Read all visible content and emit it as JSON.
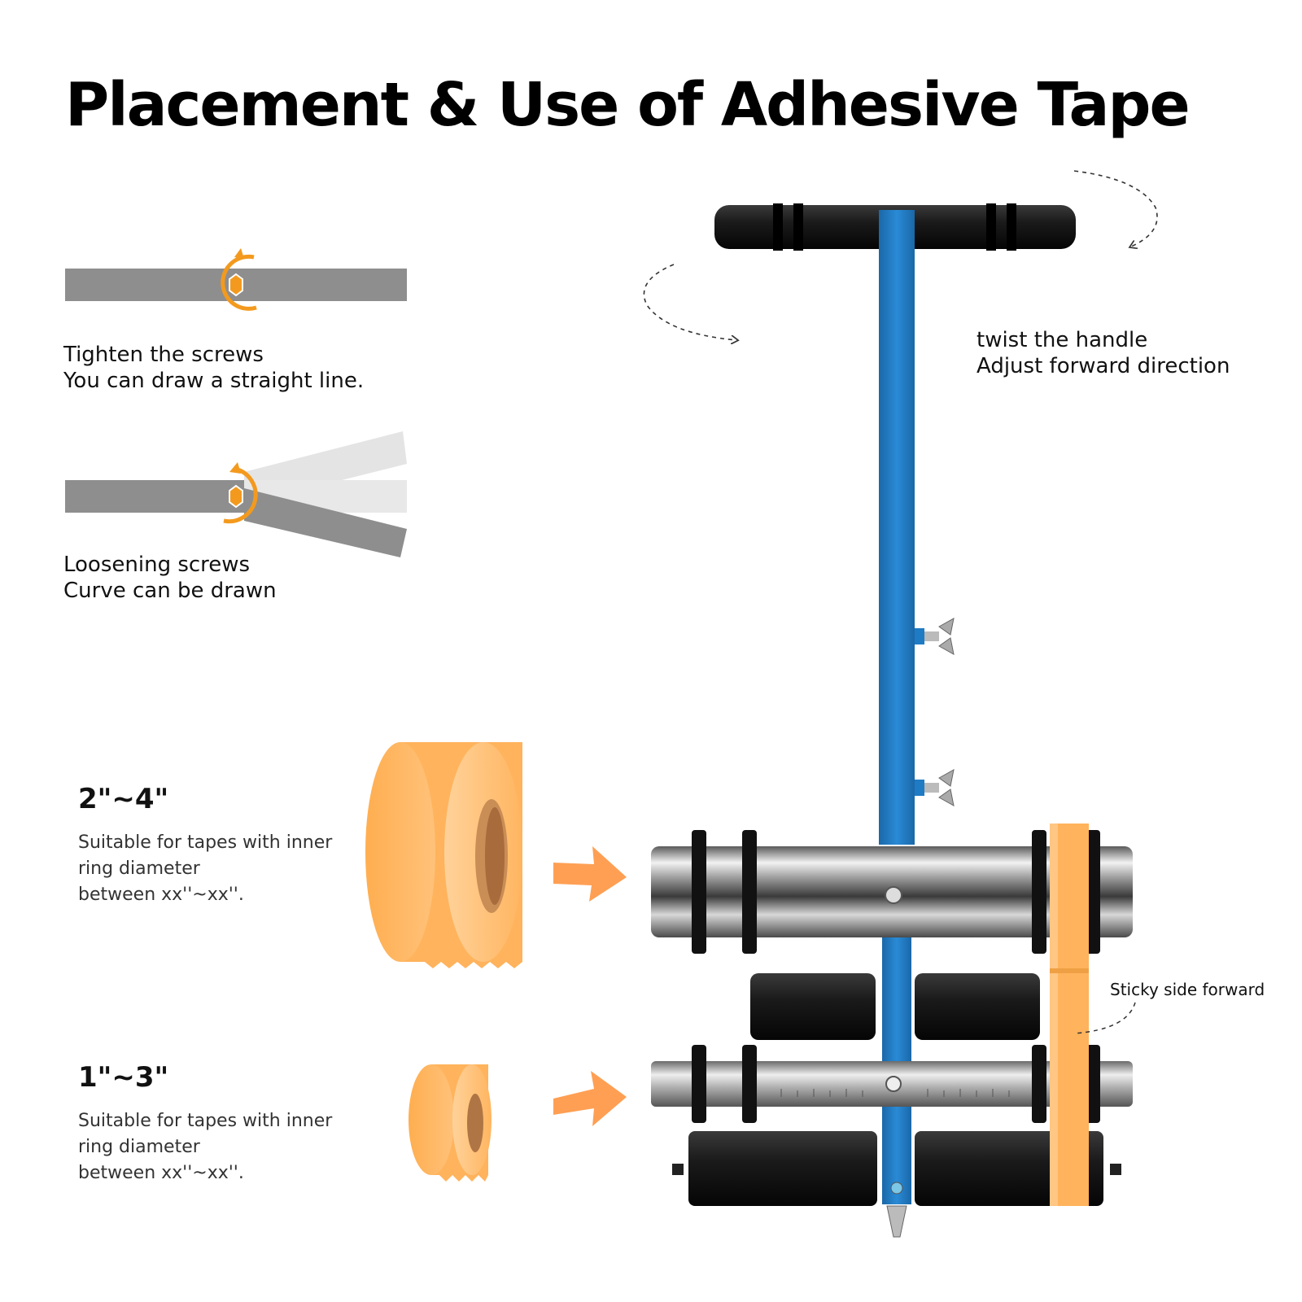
{
  "title": "Placement & Use of Adhesive Tape",
  "tighten": {
    "line1": "Tighten the screws",
    "line2": "You can draw a straight line."
  },
  "loosen": {
    "line1": "Loosening screws",
    "line2": "Curve can be drawn"
  },
  "handle": {
    "line1": "twist the handle",
    "line2": "Adjust forward direction"
  },
  "large_tape": {
    "size": "2\"~4\"",
    "line1": "Suitable for tapes with inner",
    "line2": "ring diameter",
    "line3": "between xx''~xx''."
  },
  "small_tape": {
    "size": "1\"~3\"",
    "line1": "Suitable for tapes with inner",
    "line2": "ring diameter",
    "line3": "between xx''~xx''."
  },
  "sticky_note": "Sticky side forward",
  "colors": {
    "tape_orange": "#FFB35C",
    "frame_blue": "#1F7BC4",
    "bar_gray": "#8E8E8E",
    "screw_orange": "#F39A1E"
  }
}
